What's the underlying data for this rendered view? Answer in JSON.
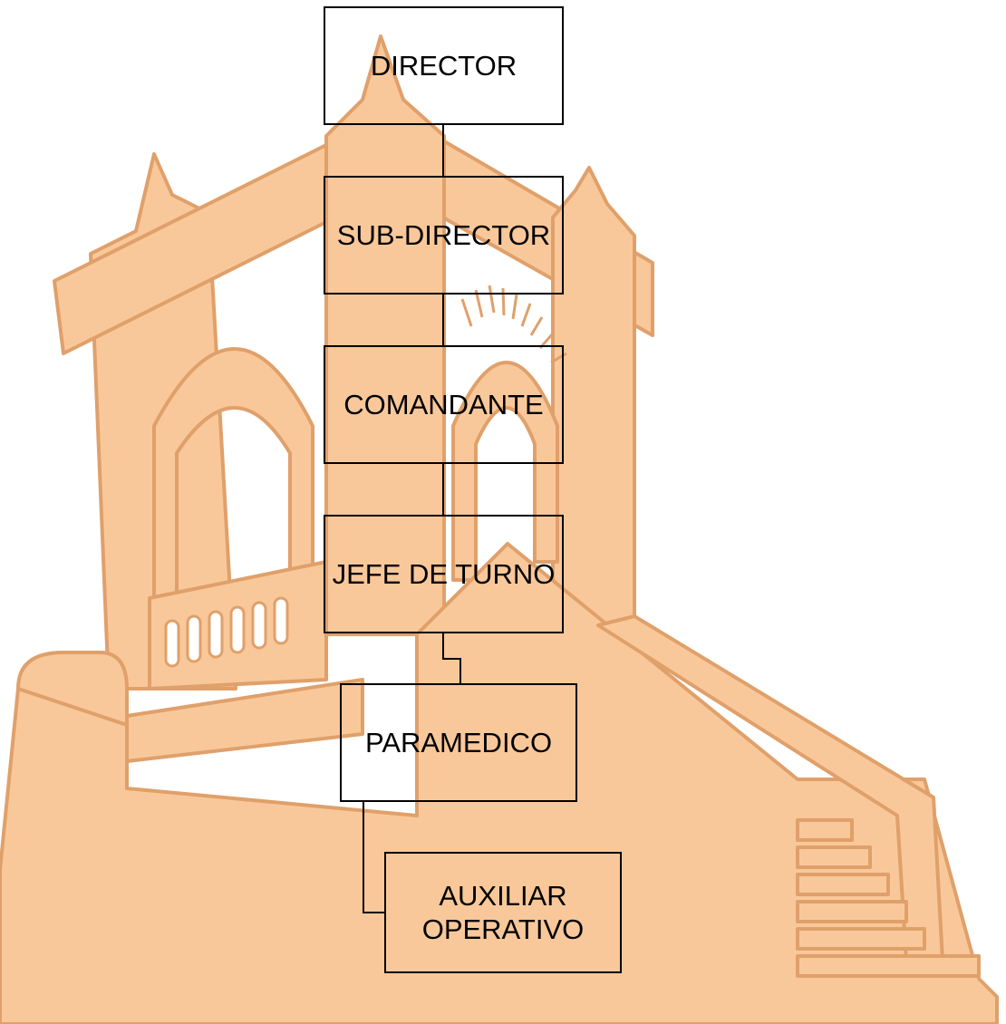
{
  "colors": {
    "watermark_fill": "#f9c89a",
    "watermark_stroke": "#e0a06a",
    "box_border": "#000000",
    "connector": "#000000"
  },
  "watermark": {
    "icon": "church-facade-with-staircase-icon"
  },
  "org_chart": {
    "nodes": [
      {
        "id": "director",
        "lines": [
          "DIRECTOR"
        ]
      },
      {
        "id": "sub_director",
        "lines": [
          "SUB-DIRECTOR"
        ]
      },
      {
        "id": "comandante",
        "lines": [
          "COMANDANTE"
        ]
      },
      {
        "id": "jefe_de_turno",
        "lines": [
          "JEFE DE TURNO"
        ]
      },
      {
        "id": "paramedico",
        "lines": [
          "PARAMEDICO"
        ]
      },
      {
        "id": "auxiliar_operativo",
        "lines": [
          "AUXILIAR",
          "OPERATIVO"
        ]
      }
    ],
    "edges": [
      [
        "director",
        "sub_director"
      ],
      [
        "sub_director",
        "comandante"
      ],
      [
        "comandante",
        "jefe_de_turno"
      ],
      [
        "jefe_de_turno",
        "paramedico"
      ],
      [
        "paramedico",
        "auxiliar_operativo"
      ]
    ]
  }
}
